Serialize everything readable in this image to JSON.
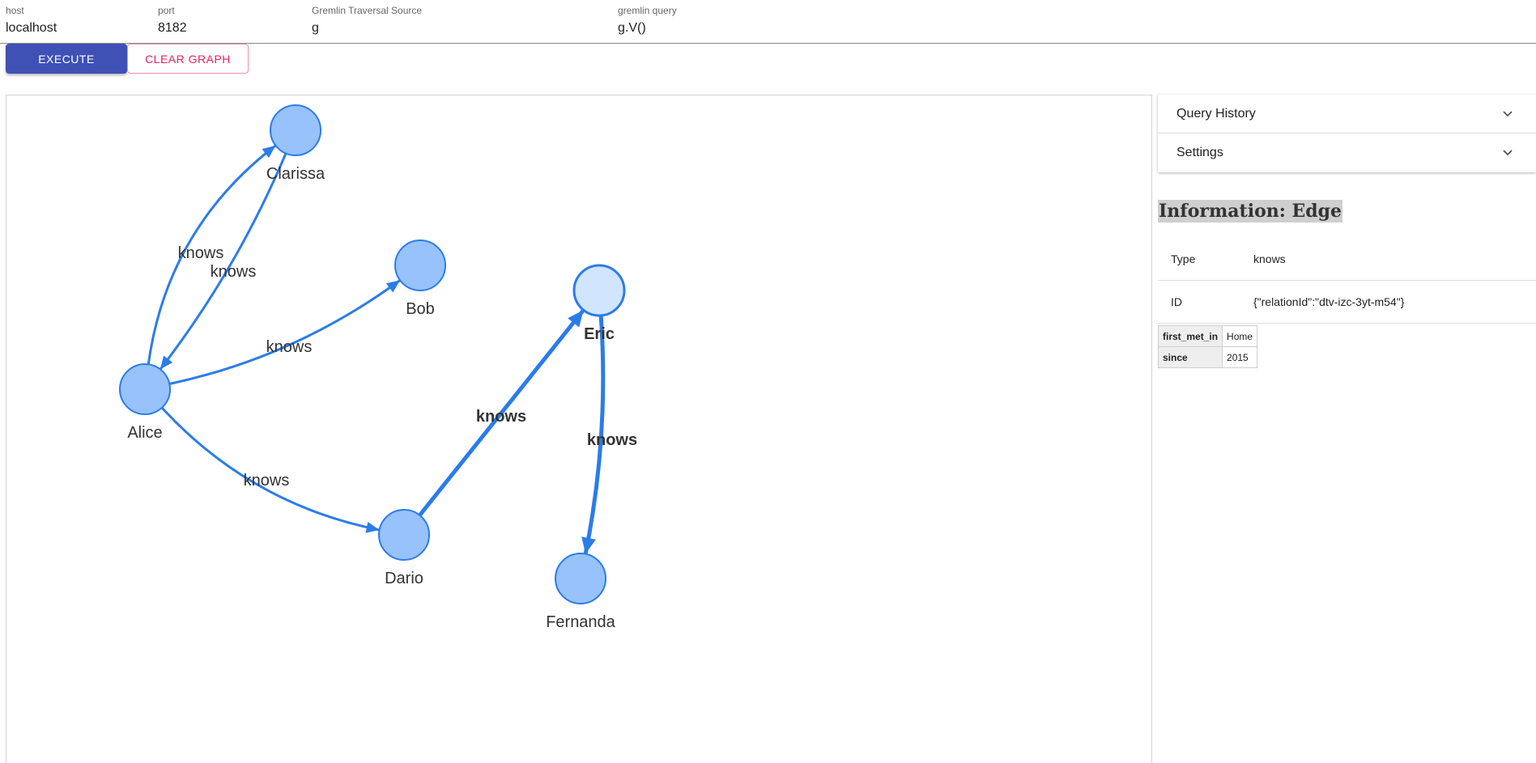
{
  "form": {
    "host": {
      "label": "host",
      "value": "localhost"
    },
    "port": {
      "label": "port",
      "value": "8182"
    },
    "traversal_source": {
      "label": "Gremlin Traversal Source",
      "value": "g"
    },
    "query": {
      "label": "gremlin query",
      "value": "g.V()"
    }
  },
  "buttons": {
    "execute": "EXECUTE",
    "clear": "CLEAR GRAPH"
  },
  "accordion": {
    "items": [
      {
        "label": "Query History",
        "icon": "chevron-down-icon"
      },
      {
        "label": "Settings",
        "icon": "chevron-down-icon"
      }
    ]
  },
  "info": {
    "title": "Information: Edge",
    "rows": [
      {
        "key": "Type",
        "value": "knows"
      },
      {
        "key": "ID",
        "value": "{\"relationId\":\"dtv-izc-3yt-m54\"}"
      }
    ],
    "properties": [
      {
        "key": "first_met_in",
        "value": "Home"
      },
      {
        "key": "since",
        "value": "2015"
      }
    ]
  },
  "graph": {
    "colors": {
      "node_fill": "#97c2fc",
      "node_border": "#2b7ce9",
      "selected_fill": "#d2e5ff",
      "edge": "#2b7ce9"
    },
    "nodes": [
      {
        "id": "clarissa",
        "label": "Clarissa"
      },
      {
        "id": "bob",
        "label": "Bob"
      },
      {
        "id": "alice",
        "label": "Alice"
      },
      {
        "id": "eric",
        "label": "Eric",
        "selected": true
      },
      {
        "id": "dario",
        "label": "Dario"
      },
      {
        "id": "fernanda",
        "label": "Fernanda"
      }
    ],
    "edges": [
      {
        "from": "alice",
        "to": "clarissa",
        "label": "knows"
      },
      {
        "from": "clarissa",
        "to": "alice",
        "label": "knows"
      },
      {
        "from": "alice",
        "to": "bob",
        "label": "knows"
      },
      {
        "from": "alice",
        "to": "dario",
        "label": "knows"
      },
      {
        "from": "dario",
        "to": "eric",
        "label": "knows",
        "highlighted": true
      },
      {
        "from": "eric",
        "to": "fernanda",
        "label": "knows",
        "highlighted": true
      }
    ]
  }
}
